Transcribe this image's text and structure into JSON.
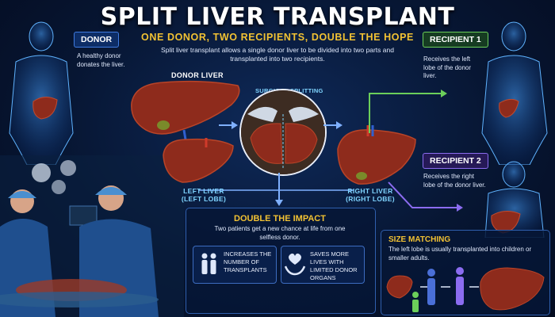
{
  "header": {
    "title": "SPLIT LIVER TRANSPLANT",
    "subtitle": "ONE DONOR, TWO RECIPIENTS, DOUBLE THE HOPE",
    "intro": "Split liver transplant allows a single donor liver to be divided into two parts and transplanted into two recipients."
  },
  "donor": {
    "tag": "DONOR",
    "description": "A healthy donor donates the liver."
  },
  "center": {
    "donor_liver_label": "DONOR LIVER",
    "surgical_label": "SURGICAL SPLITTING",
    "left_liver_label_1": "LEFT LIVER",
    "left_liver_label_2": "(LEFT LOBE)",
    "right_liver_label_1": "RIGHT LIVER",
    "right_liver_label_2": "(RIGHT LOBE)"
  },
  "recipient1": {
    "tag": "RECIPIENT 1",
    "description": "Receives the left lobe of the donor liver."
  },
  "recipient2": {
    "tag": "RECIPIENT 2",
    "description": "Receives the right lobe of the donor liver."
  },
  "impact": {
    "title": "DOUBLE THE IMPACT",
    "text": "Two patients get a new chance at life from one selfless donor.",
    "box1": "INCREASES THE NUMBER OF TRANSPLANTS",
    "box2": "SAVES MORE LIVES WITH LIMITED DONOR ORGANS"
  },
  "size": {
    "title": "SIZE MATCHING",
    "text": "The left lobe is usually transplanted into children or smaller adults."
  },
  "colors": {
    "accent_yellow": "#f2c233",
    "liver": "#8e2b1c",
    "recipient1_green": "#6bcf5a",
    "recipient2_purple": "#8b6cf0",
    "donor_blue": "#3f7be0"
  },
  "icons": [
    "people-icon",
    "heart-hands-icon",
    "child-icon",
    "adult-icon",
    "arrow-icon"
  ]
}
